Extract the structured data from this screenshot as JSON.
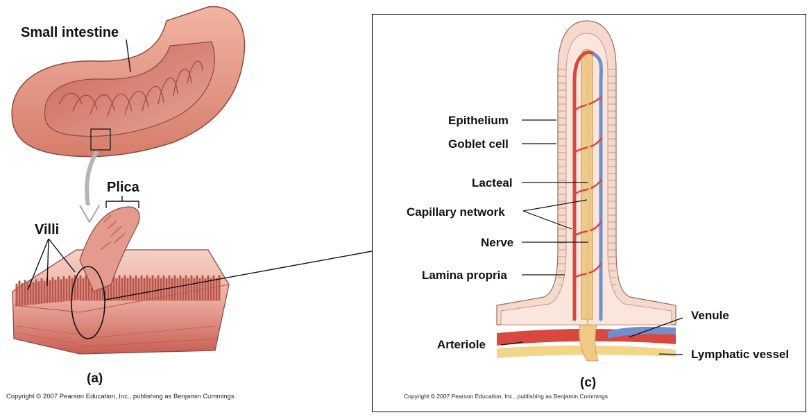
{
  "panel_a": {
    "label_small_intestine": "Small intestine",
    "label_plica": "Plica",
    "label_villi": "Villi",
    "caption": "(a)",
    "copyright": "Copyright © 2007 Pearson Education, Inc., publishing as Benjamin Cummings"
  },
  "panel_c": {
    "labels": {
      "epithelium": "Epithelium",
      "goblet_cell": "Goblet cell",
      "lacteal": "Lacteal",
      "capillary_network": "Capillary network",
      "nerve": "Nerve",
      "lamina_propria": "Lamina propria",
      "arteriole": "Arteriole",
      "venule": "Venule",
      "lymphatic_vessel": "Lymphatic vessel"
    },
    "caption": "(c)",
    "copyright": "Copyright © 2007 Pearson Education, Inc., publishing as Benjamin Cummings"
  },
  "colors": {
    "tissue_pink": "#e89a8f",
    "tissue_light": "#f7d7cf",
    "muscle_red": "#c9574d",
    "artery_red": "#d9483e",
    "vein_blue": "#6f8fcf",
    "lymph_yellow": "#f3d58a",
    "nerve_tan": "#e6c387"
  }
}
